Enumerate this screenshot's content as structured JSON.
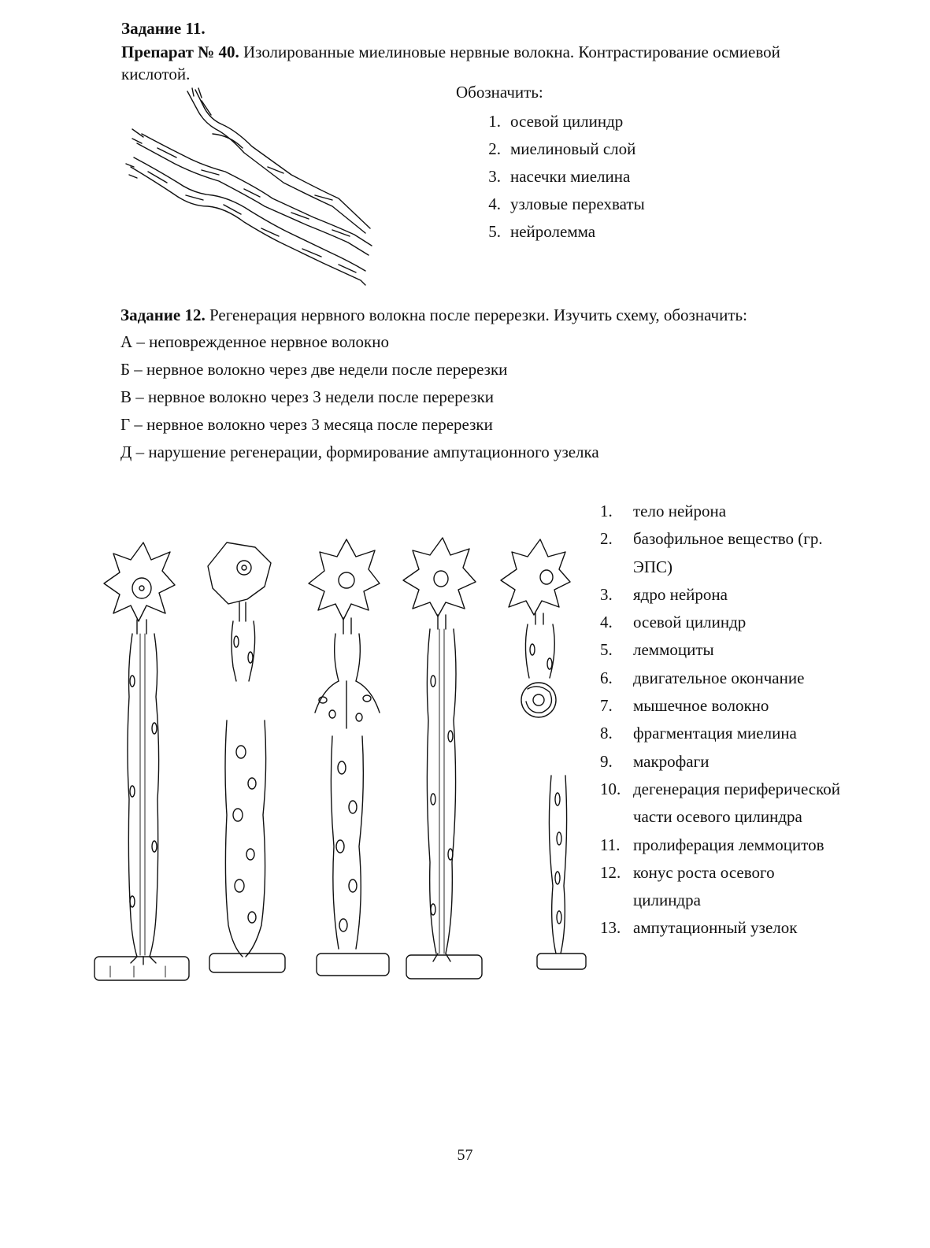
{
  "task11": {
    "title": "Задание 11.",
    "prep_label": "Препарат № 40.",
    "prep_text": "Изолированные миелиновые нервные волокна. Контрастирование осмиевой кислотой.",
    "mark_label": "Обозначить:",
    "items": [
      {
        "num": "1.",
        "text": "осевой цилиндр"
      },
      {
        "num": "2.",
        "text": "миелиновый слой"
      },
      {
        "num": "3.",
        "text": "насечки миелина"
      },
      {
        "num": "4.",
        "text": "узловые перехваты"
      },
      {
        "num": "5.",
        "text": "нейролемма"
      }
    ]
  },
  "task12": {
    "title": "Задание 12.",
    "text": "Регенерация нервного волокна после перерезки. Изучить схему, обозначить:",
    "stages": [
      "А – неповрежденное нервное волокно",
      "Б – нервное волокно через две недели после перерезки",
      "В – нервное волокно через 3 недели после перерезки",
      "Г – нервное волокно через 3 месяца после перерезки",
      "Д – нарушение регенерации, формирование ампутационного узелка"
    ],
    "items": [
      {
        "num": "1.",
        "text": "тело нейрона"
      },
      {
        "num": "2.",
        "text": "базофильное вещество (гр. ЭПС)"
      },
      {
        "num": "3.",
        "text": "ядро нейрона"
      },
      {
        "num": "4.",
        "text": "осевой цилиндр"
      },
      {
        "num": "5.",
        "text": "леммоциты"
      },
      {
        "num": "6.",
        "text": "двигательное окончание"
      },
      {
        "num": "7.",
        "text": "мышечное волокно"
      },
      {
        "num": "8.",
        "text": "фрагментация миелина"
      },
      {
        "num": "9.",
        "text": "макрофаги"
      },
      {
        "num": "10.",
        "text": "дегенерация периферической части осевого цилиндра"
      },
      {
        "num": "11.",
        "text": "пролиферация леммоцитов"
      },
      {
        "num": "12.",
        "text": "конус роста осевого цилиндра"
      },
      {
        "num": "13.",
        "text": "ампутационный узелок"
      }
    ]
  },
  "page_number": "57",
  "colors": {
    "ink": "#111111",
    "paper": "#ffffff"
  }
}
